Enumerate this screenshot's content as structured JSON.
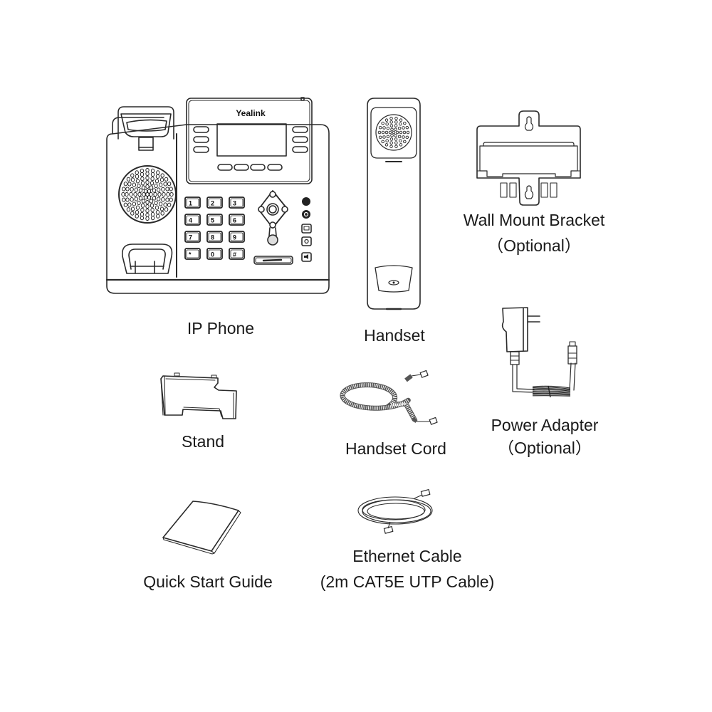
{
  "page": {
    "background": "#ffffff",
    "text_color": "#1a1a1a",
    "line_color": "#2a2a2a"
  },
  "items": {
    "ip_phone": {
      "label": "IP Phone",
      "brand": "Yealink",
      "keypad": [
        "1",
        "2",
        "3",
        "4",
        "5",
        "6",
        "7",
        "8",
        "9",
        "*",
        "0",
        "#"
      ]
    },
    "handset": {
      "label": "Handset"
    },
    "wall_mount_bracket": {
      "label": "Wall Mount Bracket",
      "note": "（Optional）"
    },
    "power_adapter": {
      "label": "Power Adapter",
      "note": "（Optional）"
    },
    "stand": {
      "label": "Stand"
    },
    "handset_cord": {
      "label": "Handset Cord"
    },
    "quick_start_guide": {
      "label": "Quick Start Guide"
    },
    "ethernet_cable": {
      "label": "Ethernet Cable",
      "note": "(2m CAT5E UTP Cable)"
    }
  }
}
